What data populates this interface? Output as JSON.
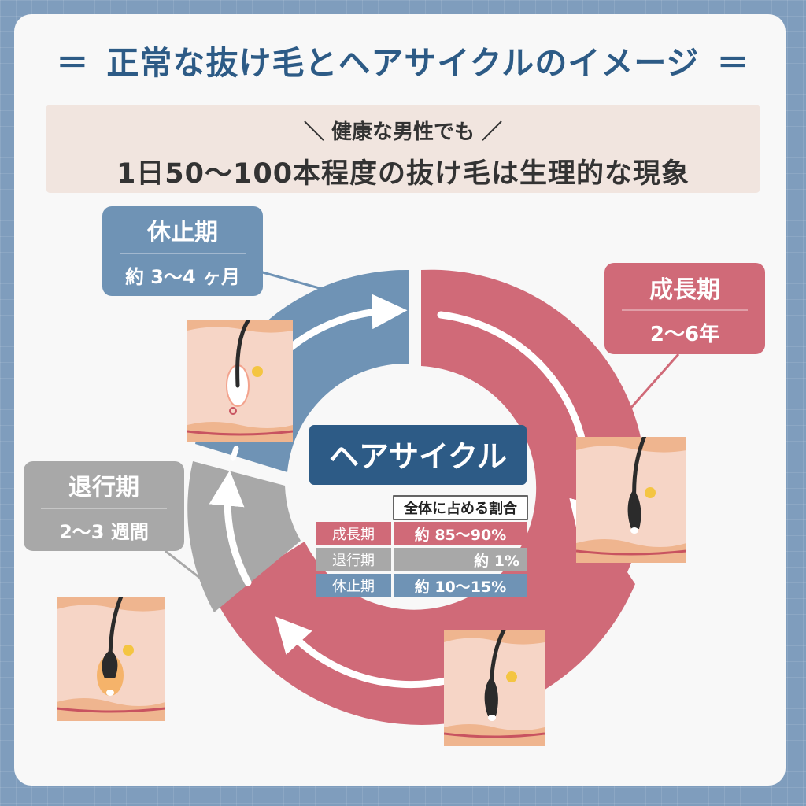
{
  "title": "正常な抜け毛とヘアサイクルのイメージ",
  "title_mark": "＝",
  "banner": {
    "sub": "＼ 健康な男性でも ／",
    "main": "1日50〜100本程度の抜け毛は生理的な現象"
  },
  "center_label": "ヘアサイクル",
  "phases": {
    "growth": {
      "name": "成長期",
      "duration": "2〜6年"
    },
    "catagen": {
      "name": "退行期",
      "duration": "2〜3 週間"
    },
    "telogen": {
      "name": "休止期",
      "duration": "約 3〜4 ヶ月"
    }
  },
  "ratio_table": {
    "header": "全体に占める割合",
    "rows": [
      {
        "phase": "成長期",
        "value": "約 85〜90%"
      },
      {
        "phase": "退行期",
        "value": "約 1%"
      },
      {
        "phase": "休止期",
        "value": "約 10〜15%"
      }
    ]
  },
  "colors": {
    "growth": "#d06a78",
    "catagen": "#a8a8a8",
    "telogen": "#6f93b5",
    "title": "#2d5b86",
    "center_box": "#2d5b86"
  }
}
